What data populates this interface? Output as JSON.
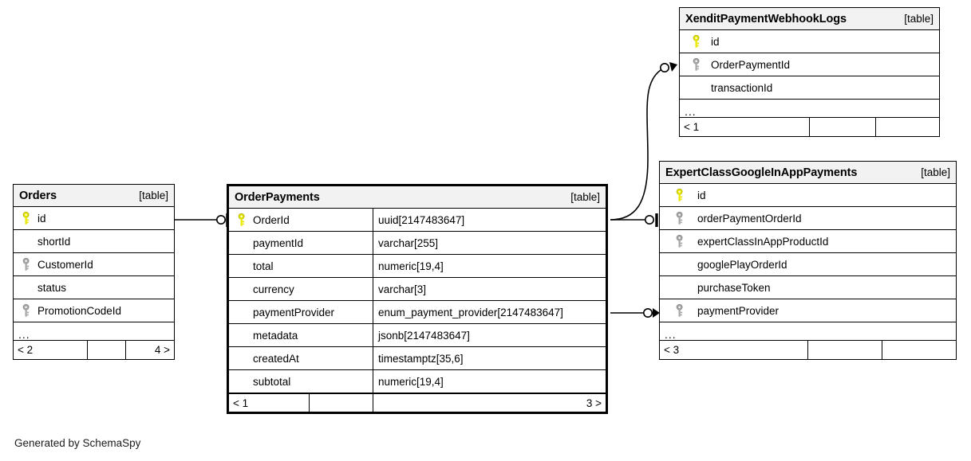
{
  "diagram": {
    "generator_caption": "Generated by SchemaSpy",
    "table_tag": "[table]",
    "ellipsis": "...",
    "colors": {
      "primary_key_icon": "#e8e800",
      "foreign_key_icon": "#a8a8a8",
      "header_background": "#f2f2f2",
      "border": "#000000",
      "page_background": "#ffffff"
    }
  },
  "tables": {
    "orders": {
      "name": "Orders",
      "tag": "[table]",
      "columns": [
        {
          "name": "id",
          "key": "primary"
        },
        {
          "name": "shortId",
          "key": "none"
        },
        {
          "name": "CustomerId",
          "key": "foreign"
        },
        {
          "name": "status",
          "key": "none"
        },
        {
          "name": "PromotionCodeId",
          "key": "foreign"
        }
      ],
      "ellipsis": "...",
      "footer": {
        "left": "< 2",
        "middle": "",
        "right": "4 >"
      }
    },
    "order_payments": {
      "name": "OrderPayments",
      "tag": "[table]",
      "columns": [
        {
          "name": "OrderId",
          "type": "uuid[2147483647]",
          "key": "primary"
        },
        {
          "name": "paymentId",
          "type": "varchar[255]",
          "key": "none"
        },
        {
          "name": "total",
          "type": "numeric[19,4]",
          "key": "none"
        },
        {
          "name": "currency",
          "type": "varchar[3]",
          "key": "none"
        },
        {
          "name": "paymentProvider",
          "type": "enum_payment_provider[2147483647]",
          "key": "none"
        },
        {
          "name": "metadata",
          "type": "jsonb[2147483647]",
          "key": "none"
        },
        {
          "name": "createdAt",
          "type": "timestamptz[35,6]",
          "key": "none"
        },
        {
          "name": "subtotal",
          "type": "numeric[19,4]",
          "key": "none"
        }
      ],
      "footer": {
        "left": "< 1",
        "middle": "",
        "right": "3 >"
      }
    },
    "xendit_payment_webhook_logs": {
      "name": "XenditPaymentWebhookLogs",
      "tag": "[table]",
      "columns": [
        {
          "name": "id",
          "key": "primary"
        },
        {
          "name": "OrderPaymentId",
          "key": "foreign"
        },
        {
          "name": "transactionId",
          "key": "none"
        }
      ],
      "ellipsis": "...",
      "footer": {
        "left": "< 1",
        "middle": "",
        "right": ""
      }
    },
    "expert_class_google_in_app_payments": {
      "name": "ExpertClassGoogleInAppPayments",
      "tag": "[table]",
      "columns": [
        {
          "name": "id",
          "key": "primary"
        },
        {
          "name": "orderPaymentOrderId",
          "key": "foreign"
        },
        {
          "name": "expertClassInAppProductId",
          "key": "foreign"
        },
        {
          "name": "googlePlayOrderId",
          "key": "none"
        },
        {
          "name": "purchaseToken",
          "key": "none"
        },
        {
          "name": "paymentProvider",
          "key": "foreign"
        }
      ],
      "ellipsis": "...",
      "footer": {
        "left": "< 3",
        "middle": "",
        "right": ""
      }
    }
  },
  "relationships": [
    {
      "from": "Orders.id",
      "to": "OrderPayments.OrderId"
    },
    {
      "from": "OrderPayments.OrderId",
      "to": "XenditPaymentWebhookLogs.OrderPaymentId"
    },
    {
      "from": "OrderPayments.OrderId",
      "to": "ExpertClassGoogleInAppPayments.orderPaymentOrderId"
    },
    {
      "from": "OrderPayments.paymentProvider",
      "to": "ExpertClassGoogleInAppPayments.paymentProvider"
    }
  ]
}
